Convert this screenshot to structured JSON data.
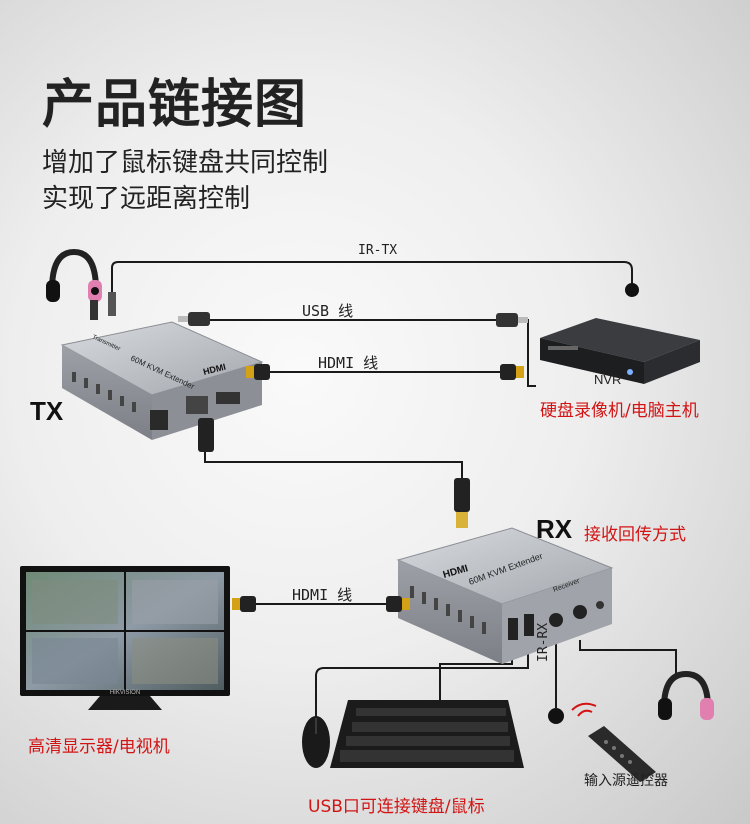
{
  "header": {
    "title": "产品链接图",
    "subtitle_lines": [
      "增加了鼠标键盘共同控制",
      "实现了远距离控制"
    ]
  },
  "cables": {
    "ir_tx": "IR-TX",
    "usb": "USB 线",
    "hdmi_top": "HDMI 线",
    "hdmi_bottom": "HDMI 线",
    "ir_rx": "IR-RX"
  },
  "devices": {
    "tx_label": "TX",
    "rx_label": "RX",
    "rx_note": "接收回传方式",
    "nvr_label": "NVR",
    "nvr_desc": "硬盘录像机/电脑主机",
    "monitor_desc": "高清显示器/电视机",
    "remote_desc": "输入源遥控器",
    "usb_desc": "USB口可连接键盘/鼠标",
    "extender_model": "60M KVM Extender",
    "tx_badge": "Transmitter",
    "rx_badge": "Receiver",
    "hdmi_logo": "HDMI",
    "monitor_brand": "HIKVISION"
  },
  "colors": {
    "accent_red": "#d31414",
    "device_silver": "#a9adb3",
    "cable": "#1a1a1a"
  }
}
